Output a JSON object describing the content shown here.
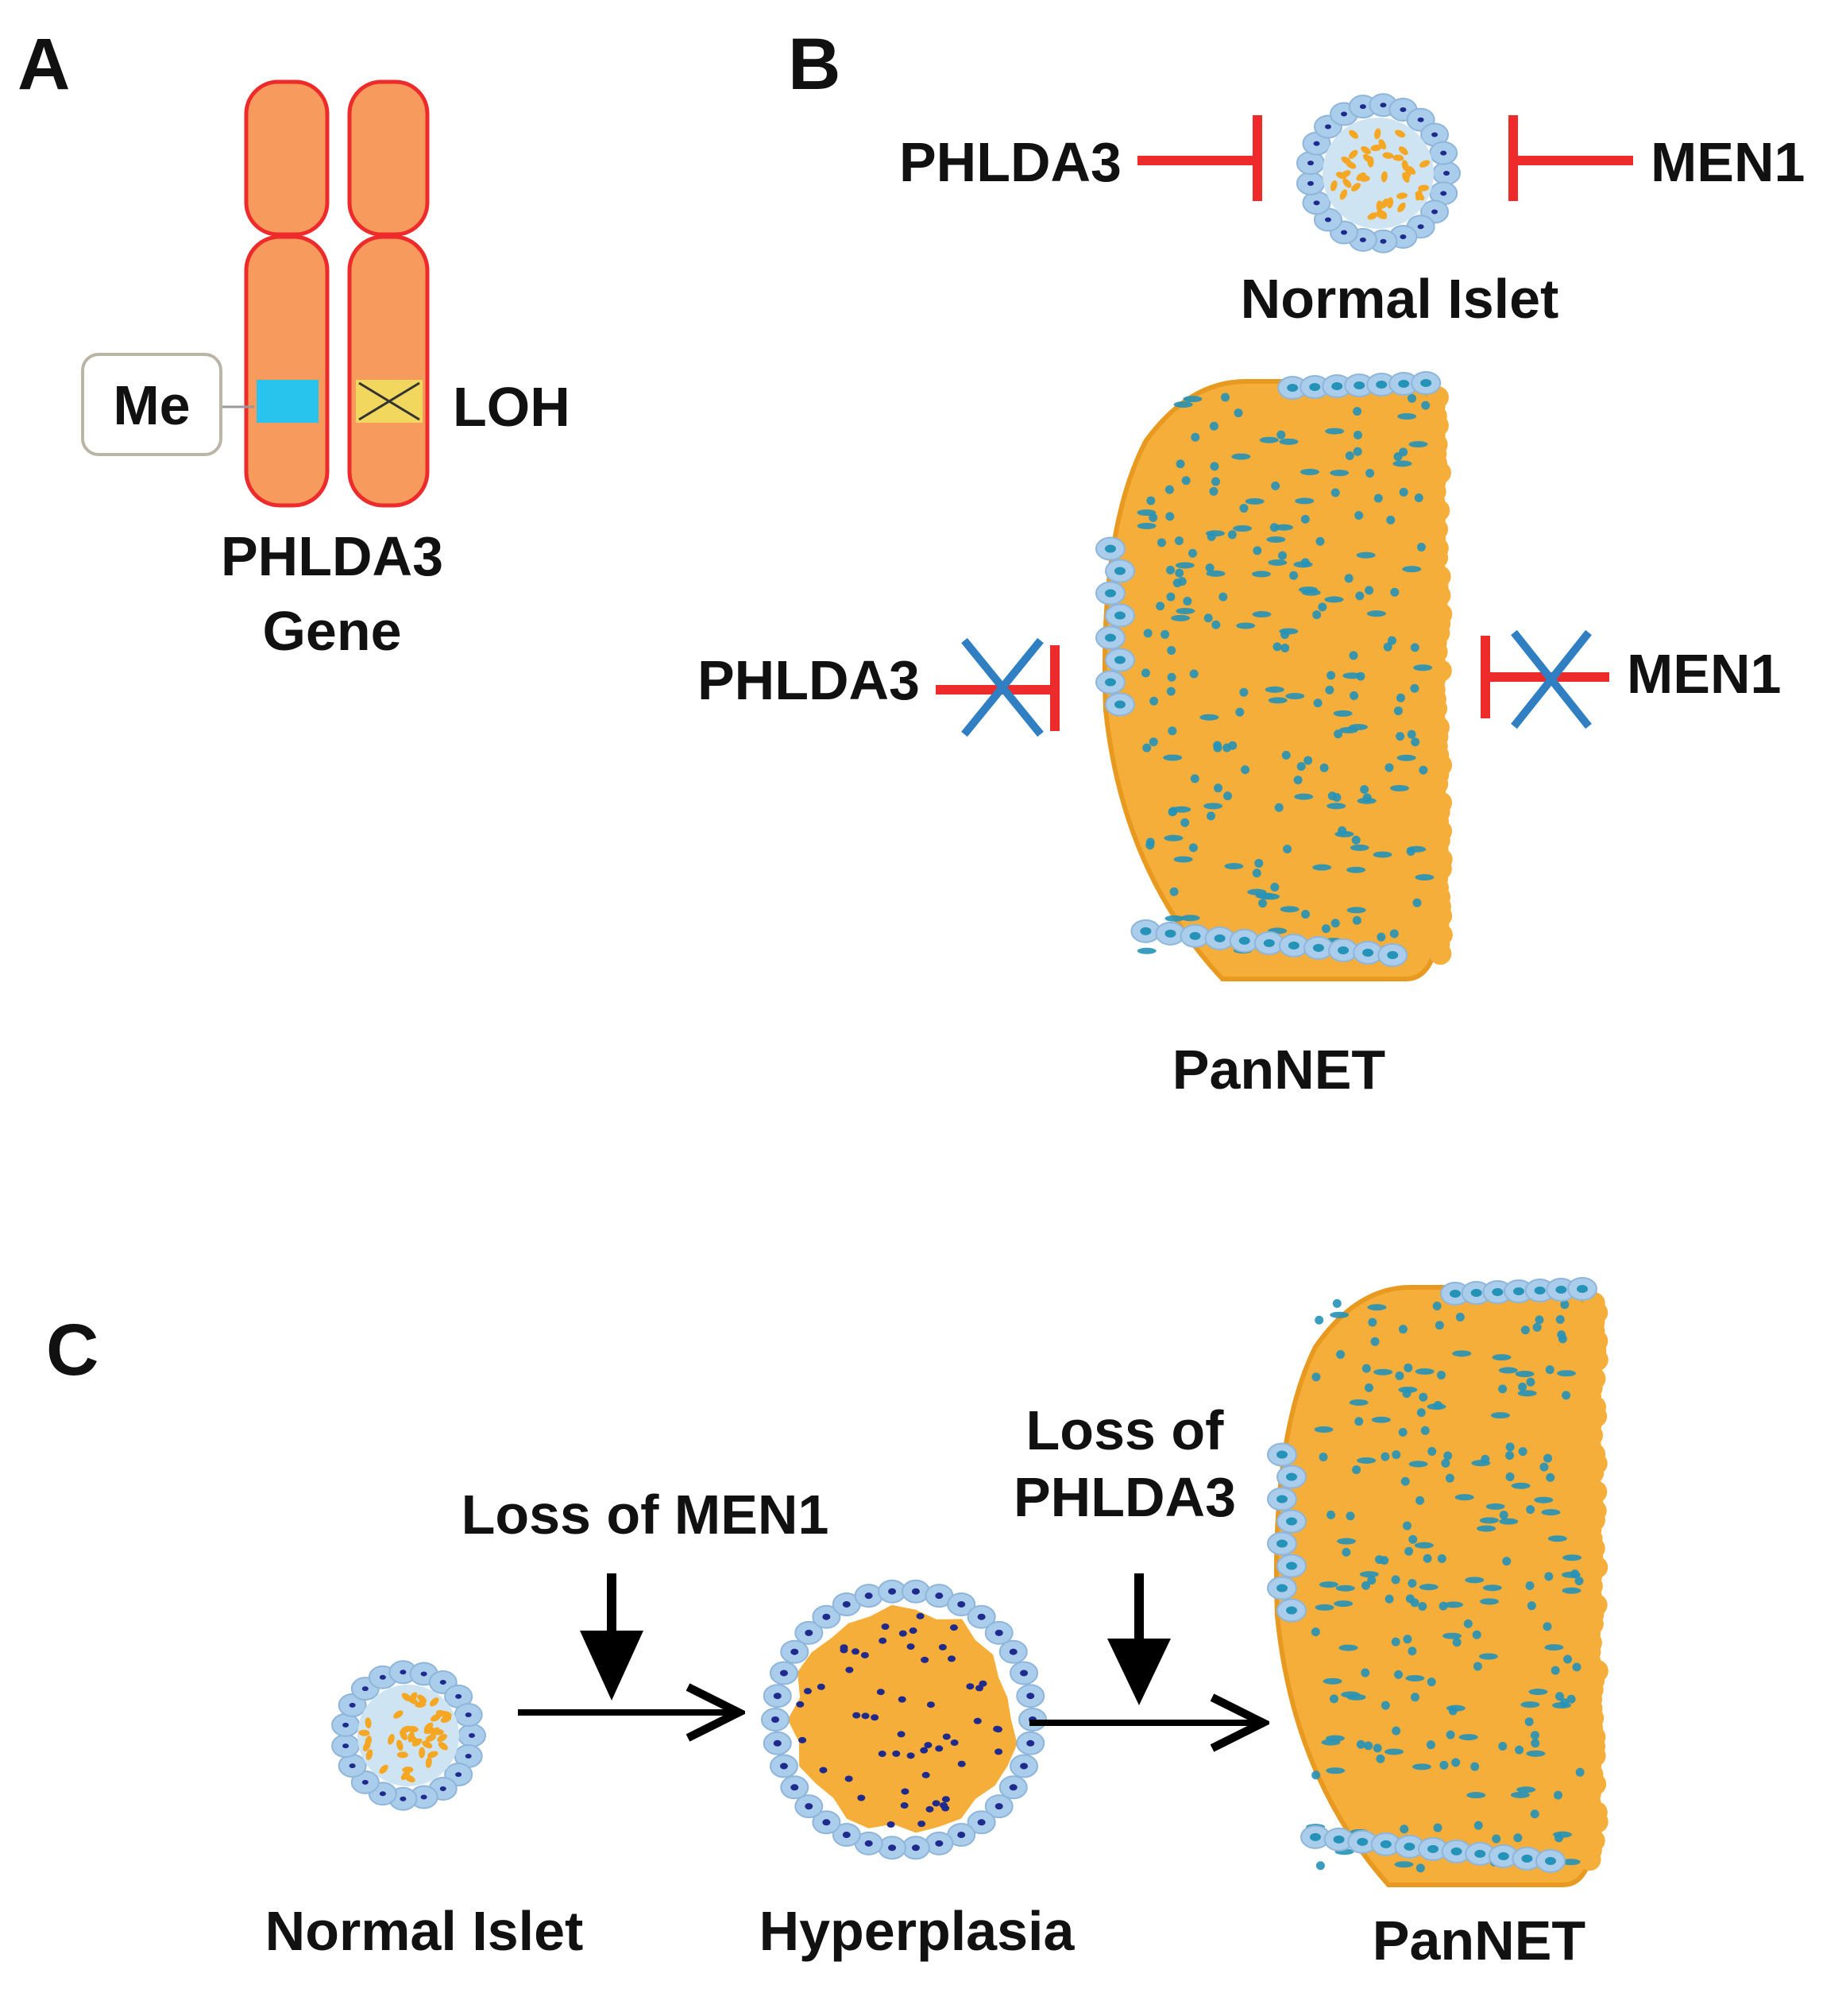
{
  "figure": {
    "panel_a": {
      "letter": "A",
      "me_label": "Me",
      "loh_label": "LOH",
      "gene_line1": "PHLDA3",
      "gene_line2": "Gene"
    },
    "panel_b": {
      "letter": "B",
      "top_left_gene": "PHLDA3",
      "top_right_gene": "MEN1",
      "normal_label": "Normal Islet",
      "bottom_left_gene": "PHLDA3",
      "bottom_right_gene": "MEN1",
      "tumor_label": "PanNET"
    },
    "panel_c": {
      "letter": "C",
      "step1_label": "Loss of MEN1",
      "step2_line1": "Loss of",
      "step2_line2": "PHLDA3",
      "stage1_label": "Normal Islet",
      "stage2_label": "Hyperplasia",
      "stage3_label": "PanNET"
    }
  },
  "colors": {
    "chromosome_fill": "#F79A5E",
    "chromosome_outline": "#EE2B2B",
    "methylated_band": "#29C4EE",
    "loh_band": "#F2D75E",
    "islet_core": "#F5A623",
    "tumor_fill": "#F6AE3A",
    "nucleus_teal": "#2592B8",
    "nucleus_navy": "#1F2A8C",
    "outer_cell": "#A9CDEB",
    "inhibit_red": "#EE2B2B",
    "cross_blue": "#2F7FC2",
    "arrow_black": "#000000"
  }
}
